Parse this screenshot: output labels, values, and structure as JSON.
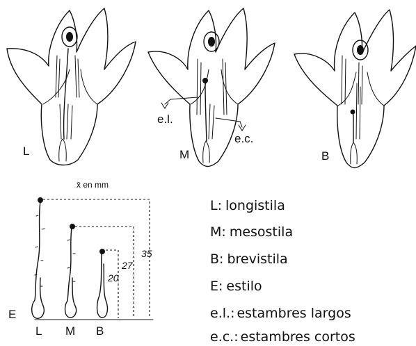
{
  "flowers": [
    {
      "key": "L",
      "label": "L"
    },
    {
      "key": "M",
      "label": "M"
    },
    {
      "key": "B",
      "label": "B"
    }
  ],
  "annotations": {
    "long_stamens": "e.l.",
    "short_stamens": "e.c."
  },
  "style_diagram": {
    "header": "x̄ en mm",
    "side_label": "E",
    "bottom_labels": [
      "L",
      "M",
      "B"
    ],
    "values": [
      {
        "key": "B",
        "value": "20"
      },
      {
        "key": "M",
        "value": "27"
      },
      {
        "key": "L",
        "value": "35"
      }
    ]
  },
  "legend": [
    {
      "key": "L",
      "sep": ":",
      "text": "longistila"
    },
    {
      "key": "M",
      "sep": ":",
      "text": "mesostila"
    },
    {
      "key": "B",
      "sep": ":",
      "text": "brevistila"
    },
    {
      "key": "E",
      "sep": ":",
      "text": "estilo"
    },
    {
      "key": "e.l.",
      "sep": ":",
      "text": "estambres largos"
    },
    {
      "key": "e.c.",
      "sep": ":",
      "text": "estambres cortos"
    }
  ]
}
